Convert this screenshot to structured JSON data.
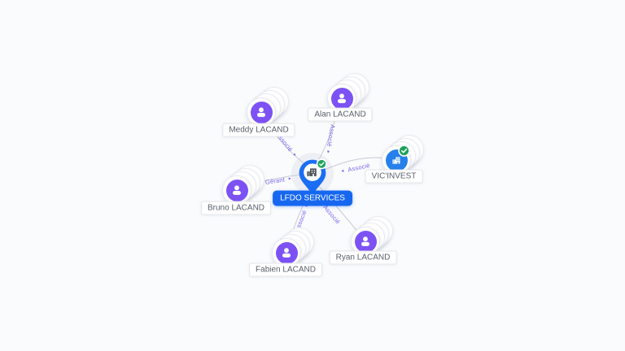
{
  "canvas": {
    "background": "#fafbfd"
  },
  "colors": {
    "person_accent": "#7c52f4",
    "company_accent": "#2680eb",
    "verified_green": "#1fa35c",
    "pin_blue": "#1b6ef3",
    "center_pill_bg": "#1667f0",
    "edge_line": "#c6cad4",
    "edge_label": "#7b5ff0"
  },
  "icons": {
    "center": "building-pin",
    "person": "user",
    "company": "building",
    "verified": "check"
  },
  "center": {
    "label": "LFDO SERVICES",
    "type": "company",
    "verified": true
  },
  "nodes": [
    {
      "label": "Meddy LACAND",
      "type": "person"
    },
    {
      "label": "Alan LACAND",
      "type": "person"
    },
    {
      "label": "VIC'INVEST",
      "type": "company",
      "verified": true
    },
    {
      "label": "Bruno LACAND",
      "type": "person"
    },
    {
      "label": "Fabien LACAND",
      "type": "person"
    },
    {
      "label": "Ryan LACAND",
      "type": "person"
    }
  ],
  "edges": [
    {
      "from": "Meddy LACAND",
      "to": "LFDO SERVICES",
      "label": "Associé",
      "arrow": "▸"
    },
    {
      "from": "Alan LACAND",
      "to": "LFDO SERVICES",
      "label": "Associé",
      "arrow": "▸"
    },
    {
      "from": "VIC'INVEST",
      "to": "LFDO SERVICES",
      "label": "Associé",
      "arrow": "◂"
    },
    {
      "from": "Bruno LACAND",
      "to": "LFDO SERVICES",
      "label": "Gérant",
      "arrow": "▸"
    },
    {
      "from": "Fabien LACAND",
      "to": "LFDO SERVICES",
      "label": "Associé",
      "arrow": "▸"
    },
    {
      "from": "Ryan LACAND",
      "to": "LFDO SERVICES",
      "label": "Associé",
      "arrow": "◂"
    }
  ]
}
